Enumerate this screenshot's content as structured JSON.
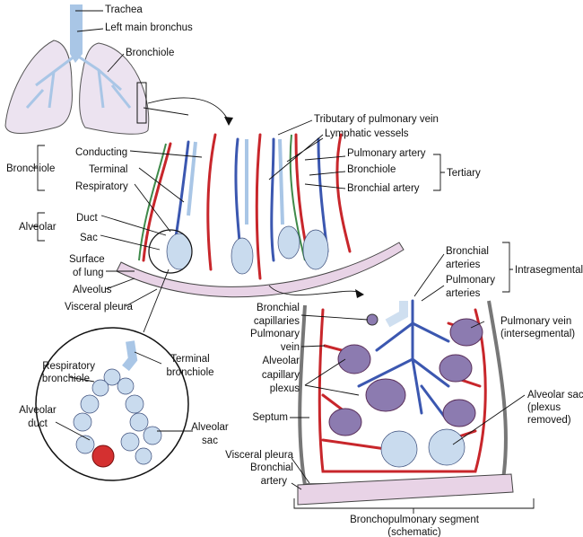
{
  "labels": {
    "trachea": "Trachea",
    "left_main_bronchus": "Left main bronchus",
    "bronchiole_top": "Bronchiole",
    "tributary_pulmonary_vein": "Tributary of pulmonary vein",
    "lymphatic_vessels": "Lymphatic vessels",
    "pulmonary_artery": "Pulmonary artery",
    "bronchiole_right": "Bronchiole",
    "bronchial_artery": "Bronchial artery",
    "tertiary": "Tertiary",
    "bronchiole_group": "Bronchiole",
    "conducting": "Conducting",
    "terminal": "Terminal",
    "respiratory": "Respiratory",
    "alveolar_group": "Alveolar",
    "duct": "Duct",
    "sac": "Sac",
    "surface_of_lung": [
      "Surface",
      "of lung"
    ],
    "alveolus": "Alveolus",
    "visceral_pleura": "Visceral pleura",
    "bronchial_arteries": [
      "Bronchial",
      "arteries"
    ],
    "pulmonary_arteries": [
      "Pulmonary",
      "arteries"
    ],
    "intrasegmental": "Intrasegmental",
    "bronchial_capillaries": [
      "Bronchial",
      "capillaries"
    ],
    "pulmonary_vein": [
      "Pulmonary",
      "vein"
    ],
    "alveolar_capillary_plexus": [
      "Alveolar",
      "capillary",
      "plexus"
    ],
    "septum": "Septum",
    "visceral_pleura_2": "Visceral pleura",
    "bronchial_artery_2": [
      "Bronchial",
      "artery"
    ],
    "pulmonary_vein_intersegmental": [
      "Pulmonary vein",
      "(intersegmental)"
    ],
    "alveolar_sac_removed": [
      "Alveolar sac",
      "(plexus",
      "removed)"
    ],
    "bronchopulmonary_segment": [
      "Bronchopulmonary segment",
      "(schematic)"
    ],
    "respiratory_bronchiole": [
      "Respiratory",
      "bronchiole"
    ],
    "terminal_bronchiole": [
      "Terminal",
      "bronchiole"
    ],
    "alveolar_duct": [
      "Alveolar",
      "duct"
    ],
    "alveolar_sac": [
      "Alveolar",
      "sac"
    ]
  },
  "colors": {
    "artery": "#c8262b",
    "vein": "#3b57b0",
    "lymphatic": "#3f8a4a",
    "lung": "#ece3f0",
    "airway": "#a9c6e6",
    "pleura": "#e8d3e6"
  }
}
